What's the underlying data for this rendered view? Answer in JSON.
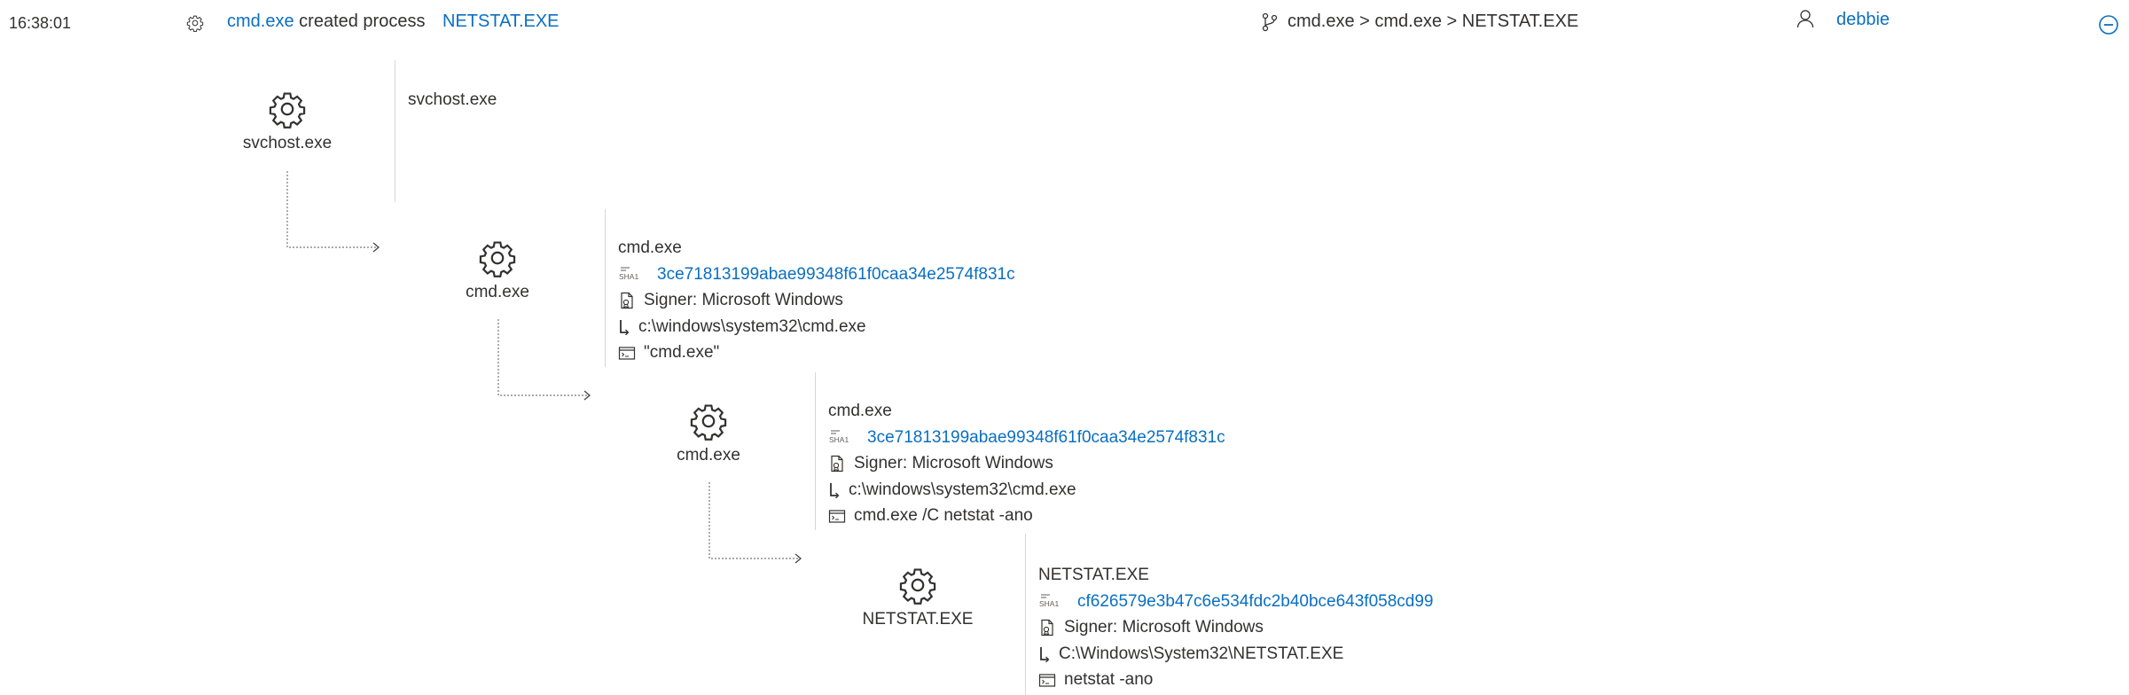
{
  "header": {
    "time": "16:38:01",
    "event_actor": "cmd.exe",
    "event_verb": "created process",
    "event_target": "NETSTAT.EXE",
    "process_tree_path": "cmd.exe > cmd.exe > NETSTAT.EXE",
    "user": "debbie"
  },
  "nodes": [
    {
      "name": "svchost.exe"
    },
    {
      "name": "cmd.exe"
    },
    {
      "name": "cmd.exe"
    },
    {
      "name": "NETSTAT.EXE"
    }
  ],
  "panels": [
    {
      "title": "svchost.exe"
    },
    {
      "title": "cmd.exe",
      "sha1_label": "SHA1",
      "sha1": "3ce71813199abae99348f61f0caa34e2574f831c",
      "signer": "Signer: Microsoft Windows",
      "path": "c:\\windows\\system32\\cmd.exe",
      "command": "\"cmd.exe\""
    },
    {
      "title": "cmd.exe",
      "sha1_label": "SHA1",
      "sha1": "3ce71813199abae99348f61f0caa34e2574f831c",
      "signer": "Signer: Microsoft Windows",
      "path": "c:\\windows\\system32\\cmd.exe",
      "command": "cmd.exe /C netstat -ano"
    },
    {
      "title": "NETSTAT.EXE",
      "sha1_label": "SHA1",
      "sha1": "cf626579e3b47c6e534fdc2b40bce643f058cd99",
      "signer": "Signer: Microsoft Windows",
      "path": "C:\\Windows\\System32\\NETSTAT.EXE",
      "command": "netstat -ano"
    }
  ],
  "colors": {
    "link": "#0a6fc2",
    "text": "#323130",
    "divider": "#d6d6d6",
    "connector": "#777777"
  },
  "icons": [
    "gear-icon",
    "branch-icon",
    "user-icon",
    "collapse-icon",
    "sha1-icon",
    "signer-icon",
    "path-icon",
    "command-icon"
  ]
}
